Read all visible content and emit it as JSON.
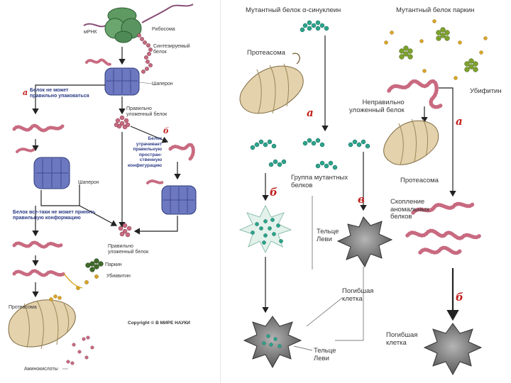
{
  "left_panel": {
    "labels": {
      "mrna": "мРНК",
      "ribosome": "Рибосома",
      "synthesized_protein": "Синтезируемый\nбелок",
      "chaperone_top": "Шаперон",
      "cannot_fold": "Белок не может\nправильно упаковаться",
      "correctly_folded": "Правильно\nуложенный белок",
      "loses_conformation": "Белок\nутрачивает\nправильную\nпростран-\nственную\nконфигурацию",
      "chaperone_mid": "Шаперон",
      "still_cannot": "Белок все-таки не может принять\nправильную конформацию",
      "correctly_folded_2": "Правильно\nуложенный белок",
      "parkin": "Паркин",
      "ubiquitin": "Убиквитин",
      "proteasome": "Протеасома",
      "copyright": "Copyright © В МИРЕ НАУКИ",
      "amino_acids": "Аминокислоты"
    },
    "steps": {
      "a": "а",
      "b": "б"
    }
  },
  "right_panel": {
    "labels": {
      "mutant_synuclein": "Мутантный белок α-синуклеин",
      "mutant_parkin": "Мутантный белок паркин",
      "proteasome_left": "Протеасома",
      "ubiquitin": "Убифитин",
      "misfolded": "Неправильно\nуложенный белок",
      "mutant_group": "Группа мутантных\nбелков",
      "proteasome_right": "Протеасома",
      "abnormal_accumulation": "Скопление\nаномальных\nбелков",
      "lewy_bodies_mid": "Тельце\nЛеви",
      "dead_cell_mid": "Погибшая\nклетка",
      "dead_cell_right": "Погибшая\nклетка",
      "lewy_bodies_bottom": "Тельце\nЛеви"
    },
    "steps": {
      "a_left": "а",
      "a_right": "а",
      "b_left": "б",
      "v": "в",
      "b_right": "б"
    }
  },
  "colors": {
    "protein_pink": "#c86a80",
    "chaperone_blue": "#6c78c0",
    "ribosome_green": "#5f9a62",
    "proteasome_beige": "#e3d2ab",
    "synuclein_teal": "#2aa58c",
    "parkin_green": "#7da22c",
    "ubiquitin_yellow": "#d9a526",
    "cell_grey": "#6b6b6b",
    "step_red": "#c0201e",
    "label_blue": "#2b3c86"
  }
}
